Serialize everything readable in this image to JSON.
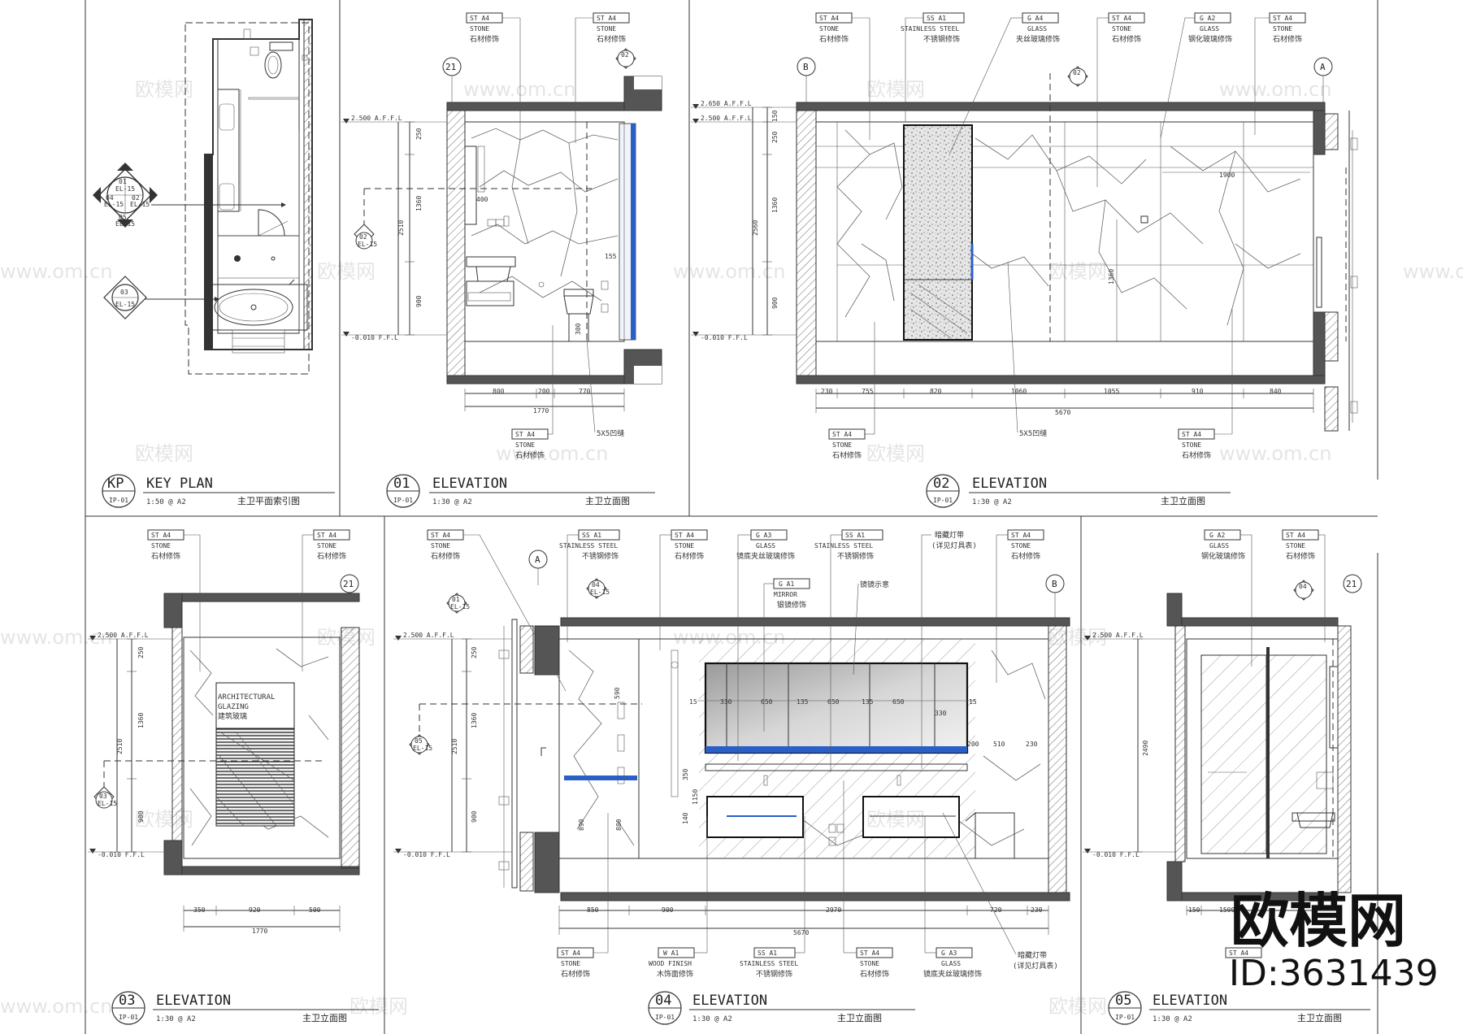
{
  "labels": {
    "st_a4": "ST  A4",
    "ss_a1": "SS  A1",
    "g_a4": "G  A4",
    "g_a2": "G  A2",
    "g_a3": "G  A3",
    "w_a1": "W  A1",
    "g_a1": "G  A1",
    "stone_en": "STONE",
    "stone_cn": "石材修饰",
    "ss_en": "STAINLESS STEEL",
    "ss_cn": "不锈钢修饰",
    "glass_en": "GLASS",
    "glass_a4_cn": "夹丝玻璃修饰",
    "glass_a2_cn": "钢化玻璃修饰",
    "glass_a3_cn": "镜底夹丝玻璃修饰",
    "mirror_en": "MIRROR",
    "mirror_cn": "银镜修饰",
    "wood_en": "WOOD FINISH",
    "wood_cn": "木饰面修饰",
    "led_cn": "暗藏灯带",
    "led_note": "(详见灯具表)",
    "mirror_note": "镜镜示意",
    "groove": "5X5凹缝",
    "arch_glazing_1": "ARCHITECTURAL",
    "arch_glazing_2": "GLAZING",
    "arch_glazing_cn": "建筑玻璃"
  },
  "levels": {
    "afl_2500": "2.500  A.F.F.L",
    "afl_2650": "2.650  A.F.F.L",
    "ffl": "-0.010   F.F.L"
  },
  "callouts": {
    "c01": "01",
    "c02": "02",
    "c03": "03",
    "c04": "04",
    "c05": "05",
    "el15": "EL-15",
    "ip01": "IP-01",
    "g21": "21",
    "gA": "A",
    "gB": "B"
  },
  "panels": {
    "kp": {
      "num": "KP",
      "title": "KEY PLAN",
      "scale": "1:50 @ A2",
      "cn": "主卫平面索引图",
      "sheet": "IP-01"
    },
    "e01": {
      "num": "01",
      "title": "ELEVATION",
      "scale": "1:30 @ A2",
      "cn": "主卫立面图",
      "sheet": "IP-01"
    },
    "e02": {
      "num": "02",
      "title": "ELEVATION",
      "scale": "1:30 @ A2",
      "cn": "主卫立面图",
      "sheet": "IP-01"
    },
    "e03": {
      "num": "03",
      "title": "ELEVATION",
      "scale": "1:30 @ A2",
      "cn": "主卫立面图",
      "sheet": "IP-01"
    },
    "e04": {
      "num": "04",
      "title": "ELEVATION",
      "scale": "1:30 @ A2",
      "cn": "主卫立面图",
      "sheet": "IP-01"
    },
    "e05": {
      "num": "05",
      "title": "ELEVATION",
      "scale": "1:30 @ A2",
      "cn": "主卫立面图",
      "sheet": "IP-01"
    }
  },
  "dims": {
    "e01": {
      "v250": "250",
      "v1360": "1360",
      "v900": "900",
      "v2510": "2510",
      "h800": "800",
      "h200": "200",
      "h770": "770",
      "h1770": "1770",
      "d400": "400",
      "d155": "155",
      "d300": "300"
    },
    "e02": {
      "v150": "150",
      "v250": "250",
      "v1360": "1360",
      "v900": "900",
      "v2560": "2560",
      "h230": "230",
      "h755": "755",
      "h820": "820",
      "h1060": "1060",
      "h1055": "1055",
      "h910": "910",
      "h840": "840",
      "h5670": "5670",
      "d1900": "1900",
      "d1360": "1360"
    },
    "e03": {
      "v250": "250",
      "v1360": "1360",
      "v900": "900",
      "v2510": "2510",
      "h350": "350",
      "h920": "920",
      "h500": "500",
      "h1770": "1770"
    },
    "e04": {
      "v250": "250",
      "v1360": "1360",
      "v900": "900",
      "v2510": "2510",
      "v590": "590",
      "v890": "890",
      "v880": "880",
      "v1150": "1150",
      "v140": "140",
      "v350": "350",
      "h850": "850",
      "h900": "900",
      "h2970": "2970",
      "h720": "720",
      "h230": "230",
      "h5670": "5670",
      "m15a": "15",
      "m330a": "330",
      "m650a": "650",
      "m135a": "135",
      "m650b": "650",
      "m135b": "135",
      "m650c": "650",
      "m330b": "330",
      "m15b": "15",
      "m200": "200",
      "m510": "510",
      "m230": "230"
    },
    "e05": {
      "v2490": "2490",
      "h150": "150",
      "h1500": "1500"
    }
  },
  "watermark": {
    "cn": "欧模网",
    "url": "www.om.cn"
  },
  "brand": {
    "name": "欧模网",
    "id": "ID:3631439"
  }
}
